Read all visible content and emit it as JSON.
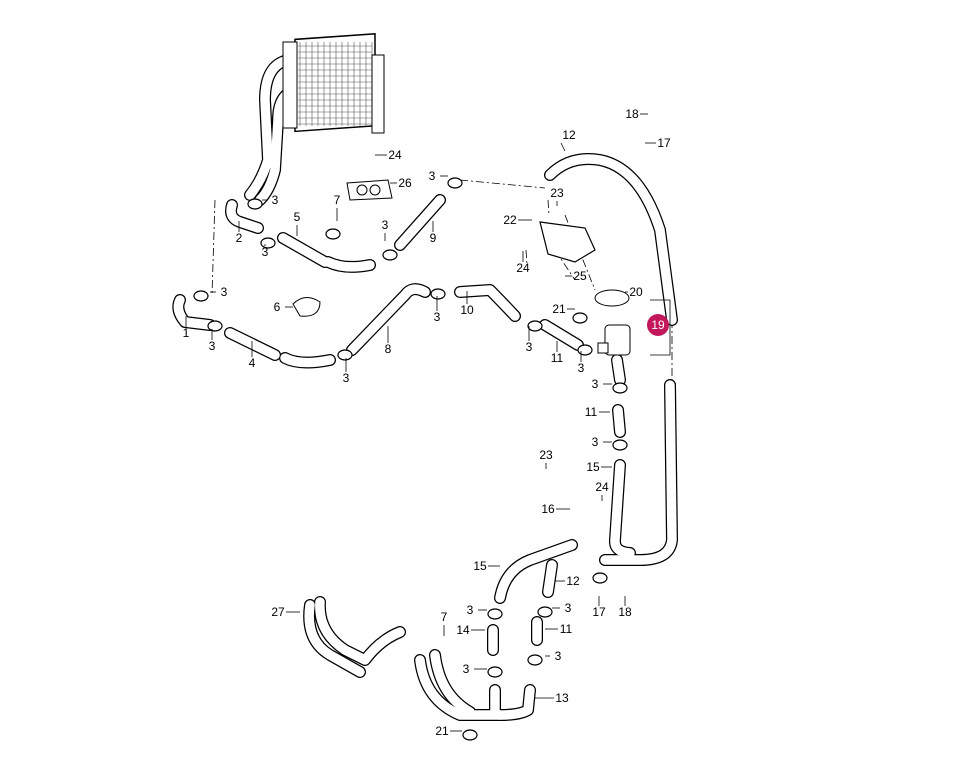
{
  "diagram": {
    "type": "parts-exploded-view",
    "highlight_color": "#c2185b",
    "callouts": [
      "18",
      "17",
      "12",
      "24",
      "26",
      "3",
      "23",
      "3",
      "7",
      "22",
      "5",
      "3",
      "9",
      "2",
      "3",
      "24",
      "25",
      "3",
      "6",
      "3",
      "10",
      "21",
      "20",
      "19",
      "1",
      "3",
      "4",
      "8",
      "3",
      "11",
      "3",
      "3",
      "3",
      "11",
      "3",
      "23",
      "15",
      "24",
      "16",
      "15",
      "12",
      "3",
      "3",
      "17",
      "18",
      "27",
      "7",
      "14",
      "11",
      "3",
      "3",
      "13",
      "21"
    ],
    "highlighted_callout": "19"
  }
}
